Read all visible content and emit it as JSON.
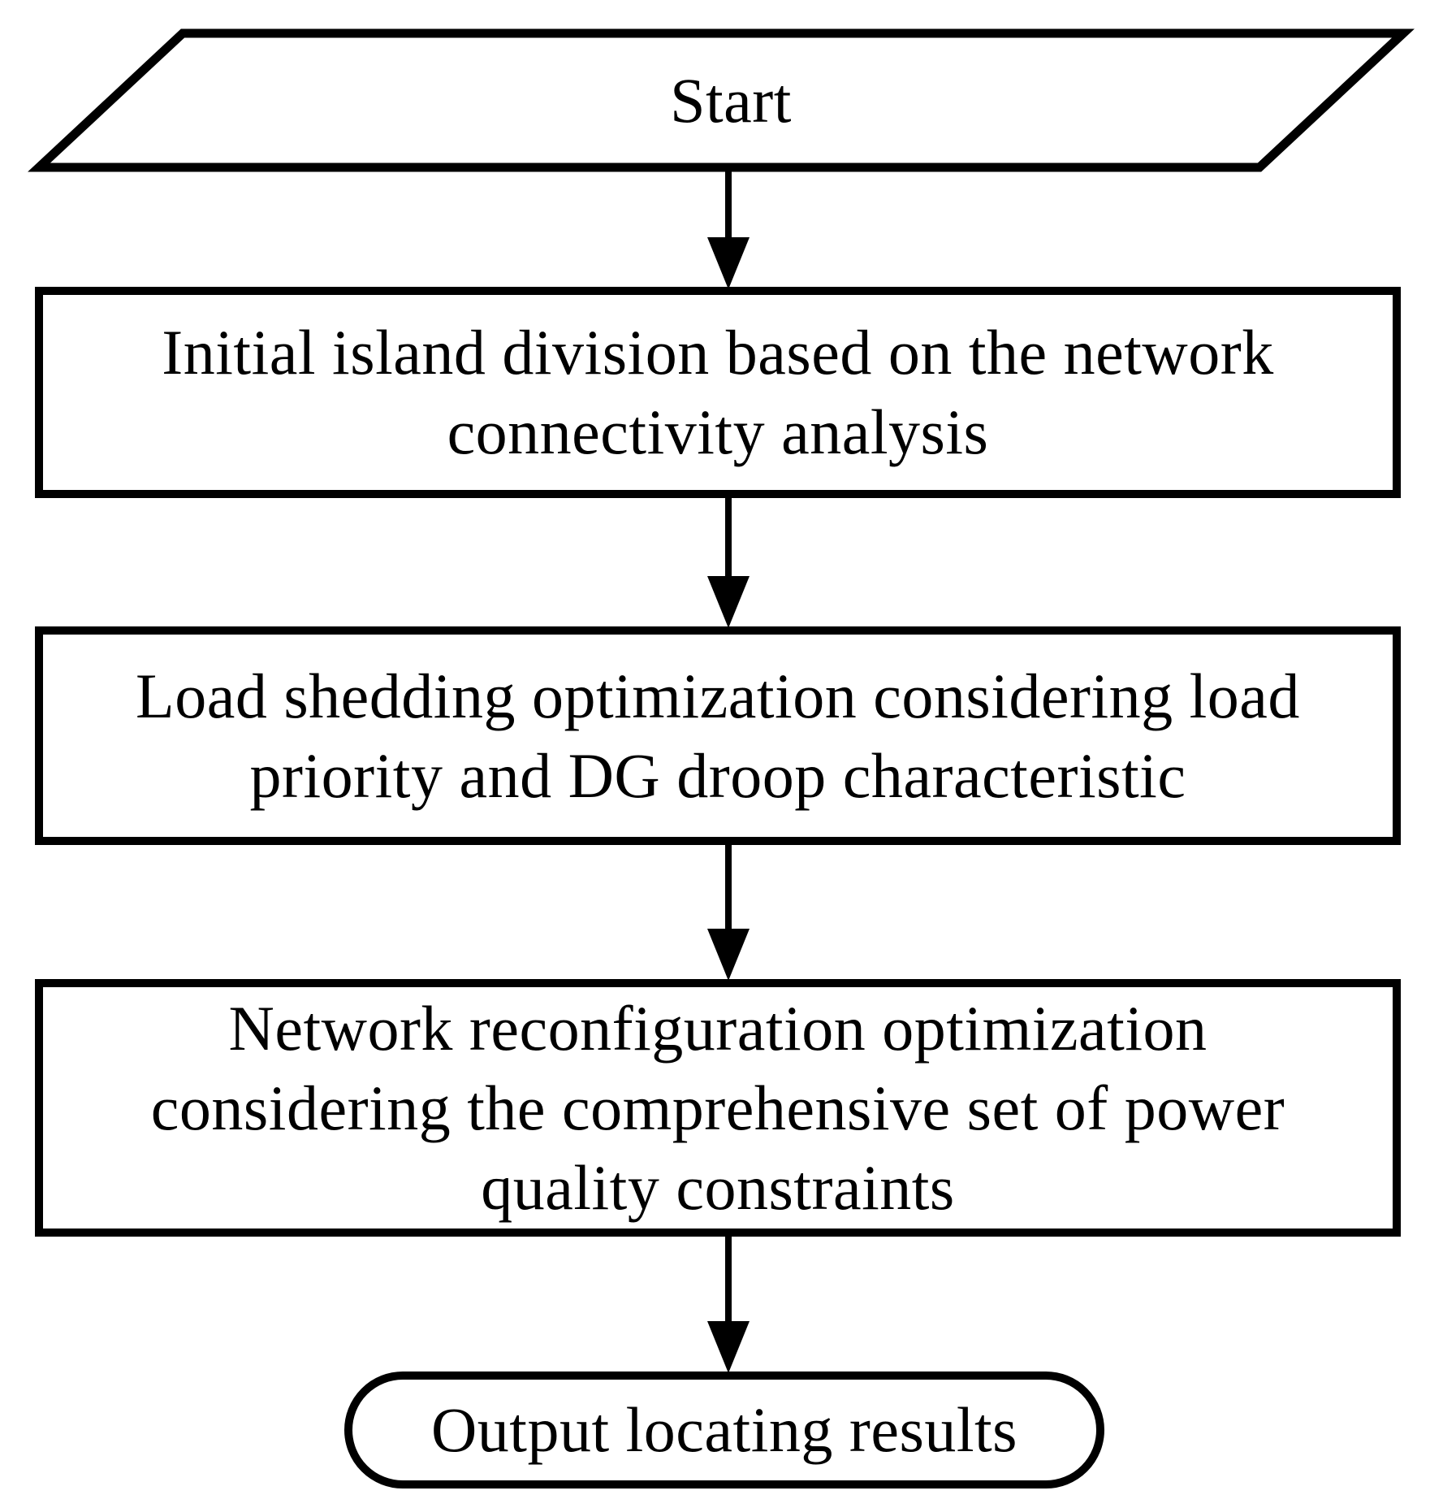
{
  "diagram": {
    "type": "flowchart",
    "direction": "top-to-bottom",
    "colors": {
      "stroke": "#000000",
      "fill": "#ffffff",
      "text": "#000000"
    },
    "nodes": [
      {
        "id": "start",
        "shape": "parallelogram",
        "label": "Start"
      },
      {
        "id": "step1",
        "shape": "process",
        "label": "Initial island division based on the network\nconnectivity analysis"
      },
      {
        "id": "step2",
        "shape": "process",
        "label": "Load shedding optimization considering load\npriority and DG droop characteristic"
      },
      {
        "id": "step3",
        "shape": "process",
        "label": "Network reconfiguration optimization\nconsidering the comprehensive set of power\nquality constraints"
      },
      {
        "id": "end",
        "shape": "terminator",
        "label": "Output locating results"
      }
    ],
    "edges": [
      {
        "from": "start",
        "to": "step1"
      },
      {
        "from": "step1",
        "to": "step2"
      },
      {
        "from": "step2",
        "to": "step3"
      },
      {
        "from": "step3",
        "to": "end"
      }
    ]
  }
}
